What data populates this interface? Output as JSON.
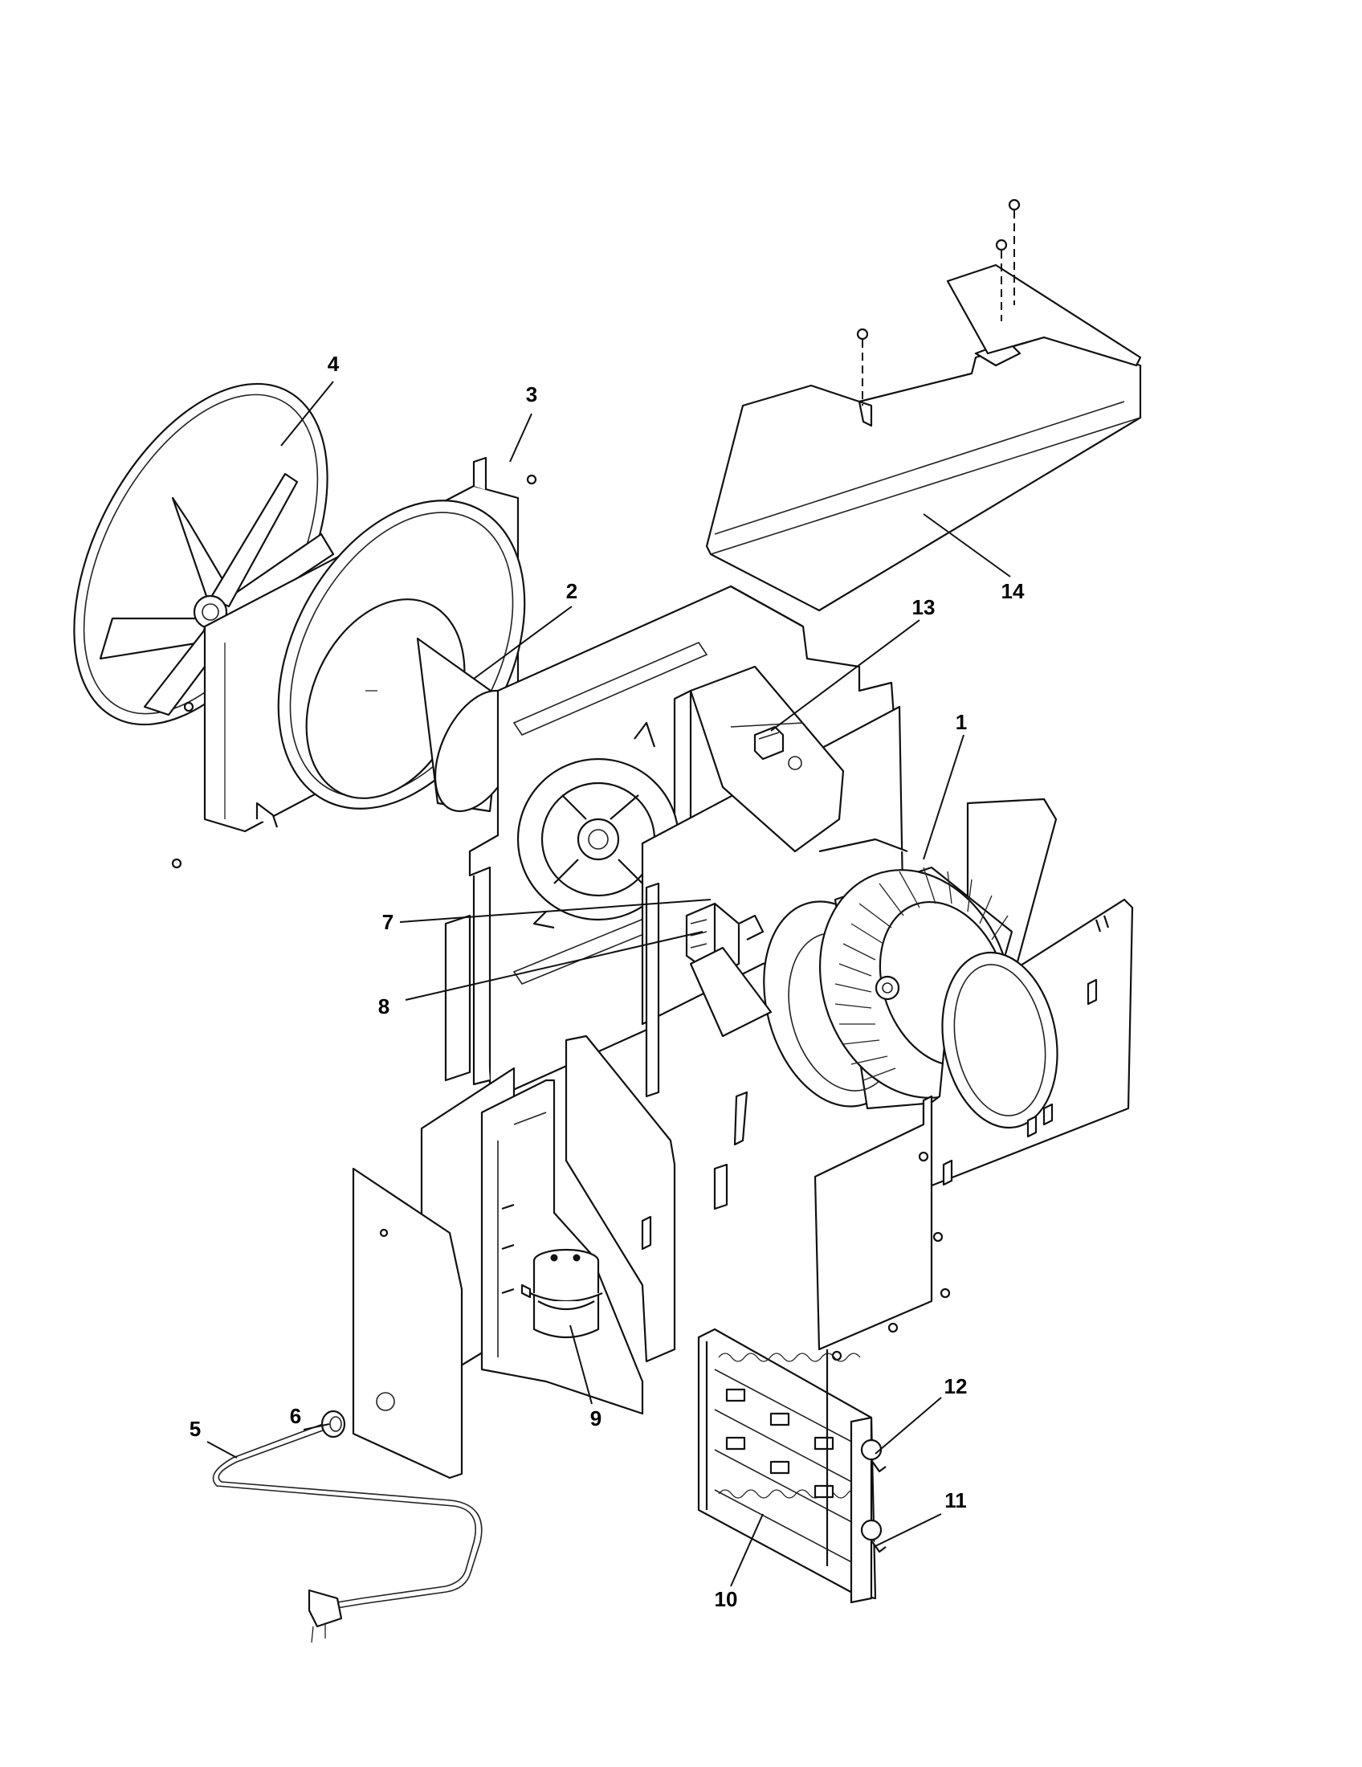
{
  "callouts": [
    {
      "id": "c1",
      "label": "1"
    },
    {
      "id": "c2",
      "label": "2"
    },
    {
      "id": "c3",
      "label": "3"
    },
    {
      "id": "c4",
      "label": "4"
    },
    {
      "id": "c5",
      "label": "5"
    },
    {
      "id": "c6",
      "label": "6"
    },
    {
      "id": "c7",
      "label": "7"
    },
    {
      "id": "c8",
      "label": "8"
    },
    {
      "id": "c9",
      "label": "9"
    },
    {
      "id": "c10",
      "label": "10"
    },
    {
      "id": "c11",
      "label": "11"
    },
    {
      "id": "c12",
      "label": "12"
    },
    {
      "id": "c13",
      "label": "13"
    },
    {
      "id": "c14",
      "label": "14"
    }
  ],
  "colors": {
    "ink": "#111111",
    "paper": "#ffffff"
  }
}
